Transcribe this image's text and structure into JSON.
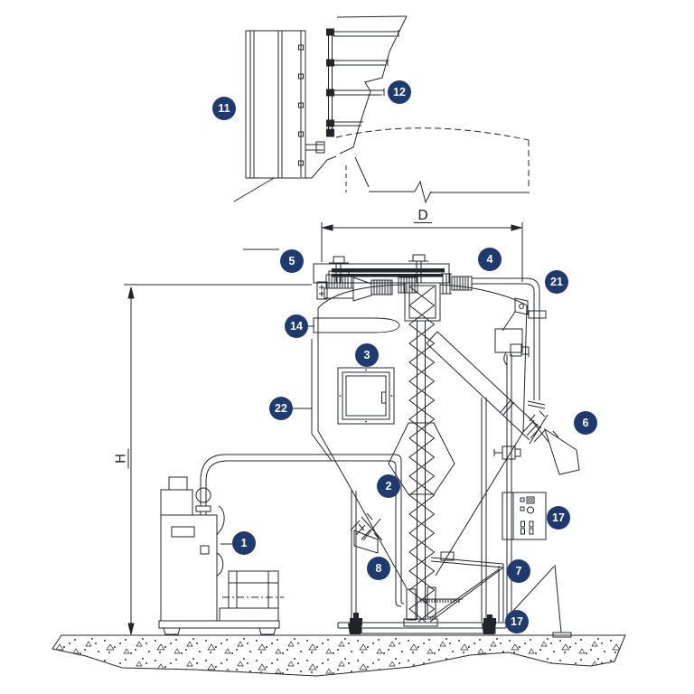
{
  "diagram": {
    "background": "#ffffff",
    "line_color": "#23242b",
    "callout": {
      "fill": "#1f3a6e",
      "text_color": "#ffffff"
    },
    "callouts": [
      {
        "label": "11"
      },
      {
        "label": "12"
      },
      {
        "label": "5"
      },
      {
        "label": "4"
      },
      {
        "label": "21"
      },
      {
        "label": "14"
      },
      {
        "label": "3"
      },
      {
        "label": "22"
      },
      {
        "label": "6"
      },
      {
        "label": "2"
      },
      {
        "label": "1"
      },
      {
        "label": "17"
      },
      {
        "label": "8"
      },
      {
        "label": "7"
      },
      {
        "label": "17"
      }
    ],
    "dimensions": {
      "diameter_label": "D",
      "height_label": "H"
    }
  }
}
